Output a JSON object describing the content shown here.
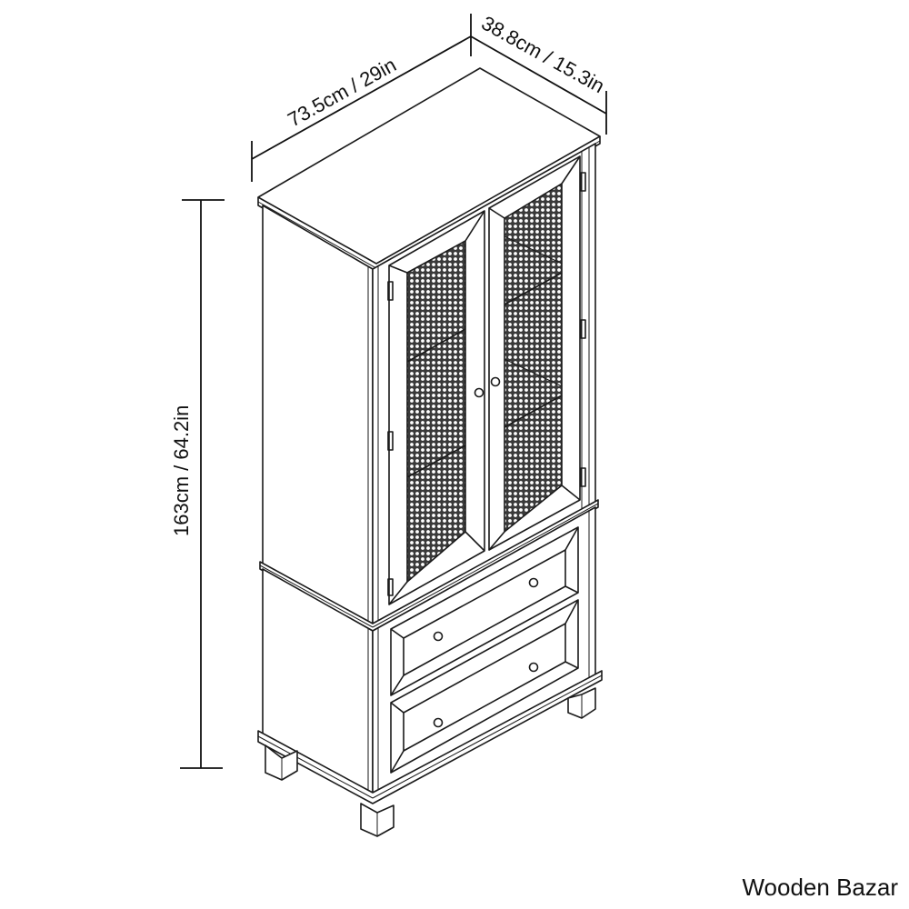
{
  "diagram": {
    "subject": "Two-door mesh cabinet with two drawers",
    "dimensions": {
      "width_label": "73.5cm / 29in",
      "depth_label": "38.8cm / 15.3in",
      "height_label": "163cm / 64.2in"
    },
    "parts": {
      "doors": 2,
      "drawers": 2,
      "door_knobs": 2,
      "drawer_knobs": 4,
      "legs": 4
    },
    "colors": {
      "line": "#1a1a1a",
      "background": "#ffffff"
    }
  },
  "watermark": {
    "text": "Wooden Bazar"
  }
}
